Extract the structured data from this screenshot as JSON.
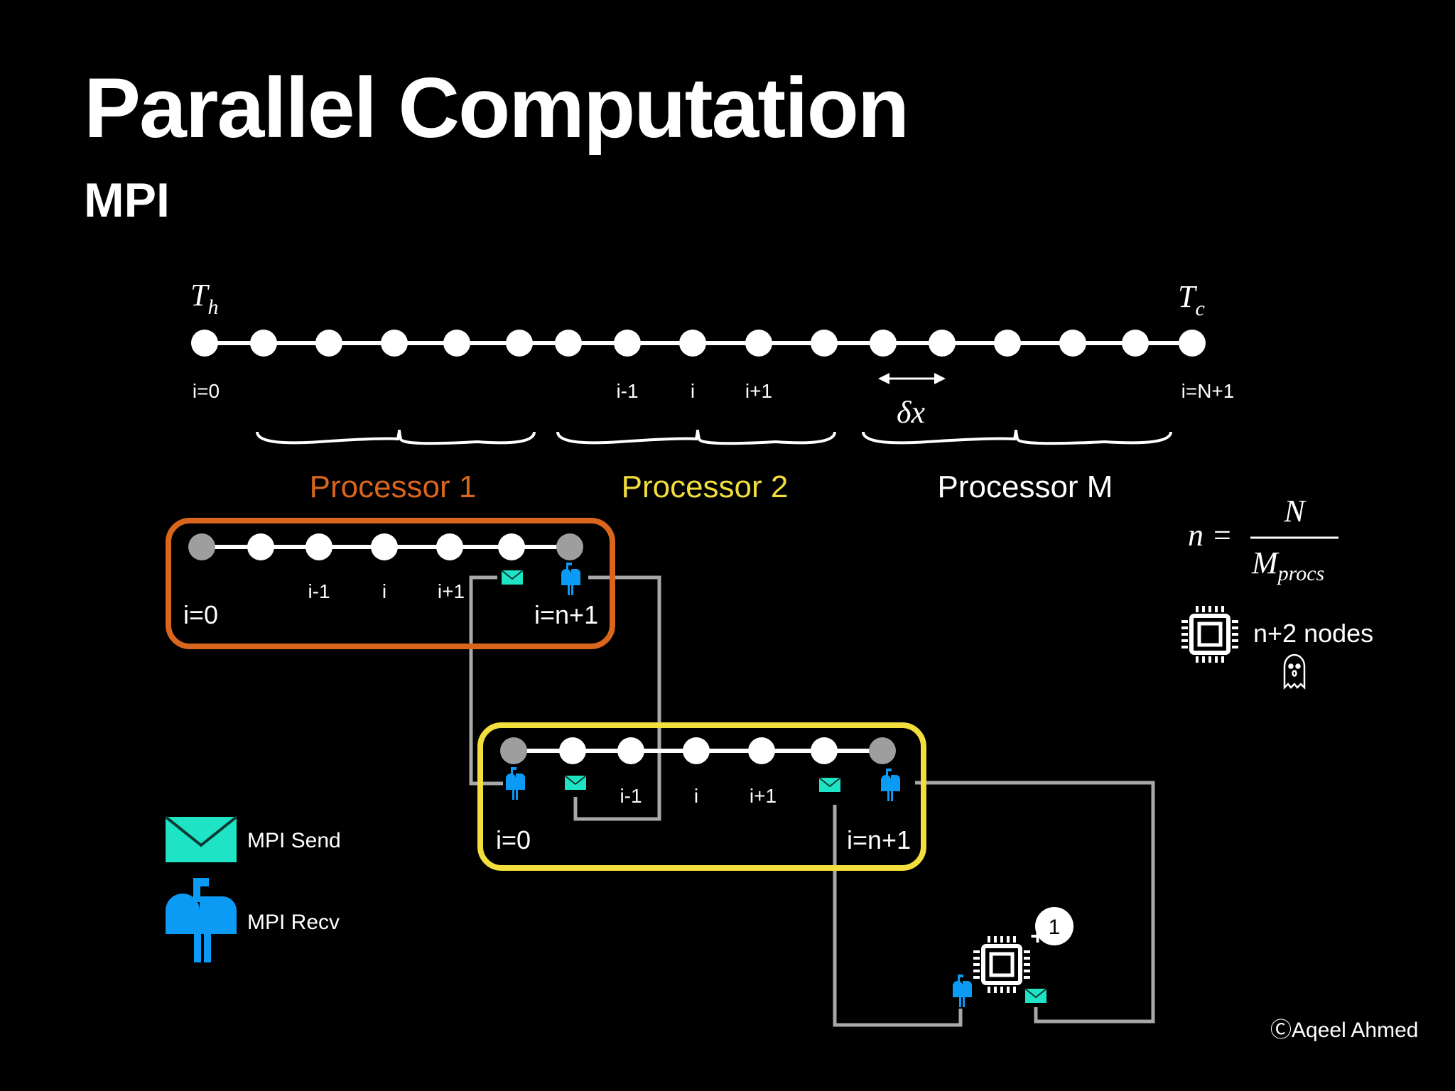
{
  "header": {
    "title": "Parallel Computation",
    "subtitle": "MPI"
  },
  "global_grid": {
    "left_boundary": "T",
    "left_boundary_sub": "h",
    "right_boundary": "T",
    "right_boundary_sub": "c",
    "labels": {
      "start": "i=0",
      "im1": "i-1",
      "i": "i",
      "ip1": "i+1",
      "end": "i=N+1"
    },
    "spacing_symbol": "δx"
  },
  "processors": [
    {
      "name": "Processor 1",
      "color": "#D9661C"
    },
    {
      "name": "Processor 2",
      "color": "#F2DE3C"
    },
    {
      "name": "Processor M",
      "color": "#FFFFFF"
    }
  ],
  "local_grid": {
    "start": "i=0",
    "im1": "i-1",
    "i": "i",
    "ip1": "i+1",
    "end": "i=n+1"
  },
  "formula": {
    "lhs": "n",
    "eq": "=",
    "num": "N",
    "den": "M",
    "den_sub": "procs"
  },
  "nodes_note": "n+2 nodes",
  "extra_badge": "1",
  "legend": {
    "send": "MPI Send",
    "recv": "MPI Recv"
  },
  "colors": {
    "send": "#1EE3C4",
    "recv": "#0B9BF5",
    "ghost_node": "#9E9E9E",
    "link": "#A8A8A8"
  },
  "credit": "Aqeel Ahmed",
  "credit_symbol": "Ⓒ"
}
